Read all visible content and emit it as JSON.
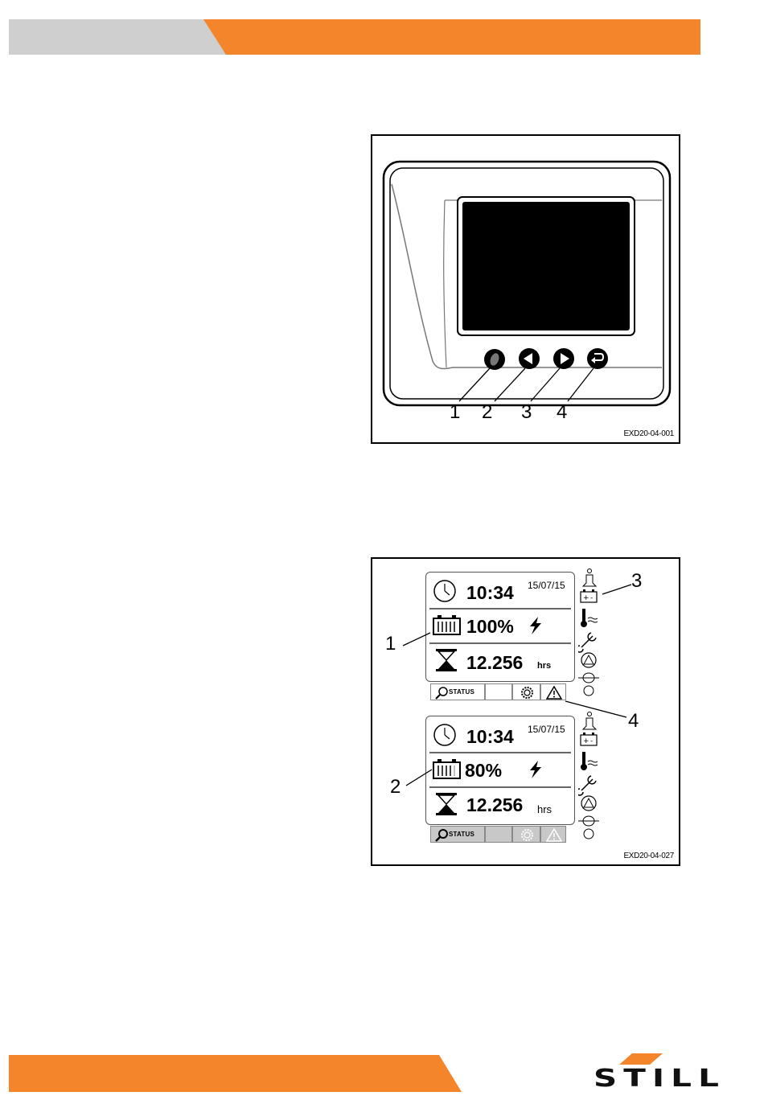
{
  "colors": {
    "brand_orange": "#F5852A",
    "header_grey": "#CFCFCF",
    "logo_dark": "#111111"
  },
  "logo": {
    "text": "STILL"
  },
  "figure_1": {
    "code": "EXD20-04-001",
    "callouts": [
      "1",
      "2",
      "3",
      "4"
    ],
    "buttons": [
      "function-button-icon",
      "arrow-left-icon",
      "arrow-right-icon",
      "enter-icon"
    ]
  },
  "figure_2": {
    "code": "EXD20-04-027",
    "callouts": {
      "c1": "1",
      "c2": "2",
      "c3": "3",
      "c4": "4"
    },
    "screen_1": {
      "time": "10:34",
      "date": "15/07/15",
      "battery": "100%",
      "hours": "12.256",
      "hours_unit": "hrs",
      "tab_status": "STATUS"
    },
    "screen_2": {
      "time": "10:34",
      "date": "15/07/15",
      "battery": "80%",
      "hours": "12.256",
      "hours_unit": "hrs",
      "tab_status": "STATUS"
    },
    "side_icons": [
      "seat-icon",
      "battery-icon",
      "temperature-icon",
      "wrench-icon",
      "brake-warning-icon",
      "handbrake-icon",
      "circle-indicator-icon"
    ]
  }
}
